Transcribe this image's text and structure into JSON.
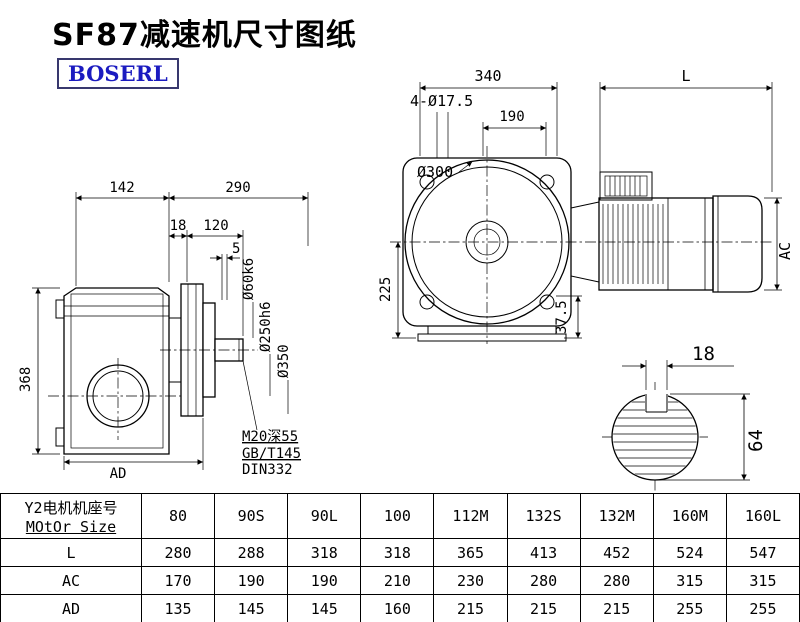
{
  "title": "SF87减速机尺寸图纸",
  "logo": "BOSERL",
  "side_view": {
    "dim_width_body": "142",
    "dim_width_total": "290",
    "dim_18": "18",
    "dim_120": "120",
    "dim_5": "5",
    "dim_height": "368",
    "dim_shaft_dia": "Ø60k6",
    "dim_hub_dia": "Ø250h6",
    "dim_flange_dia": "Ø350",
    "dim_ad": "AD",
    "note_thread": "M20深55",
    "note_gb": "GB/T145",
    "note_din": "DIN332"
  },
  "front_view": {
    "dim_340": "340",
    "dim_l": "L",
    "dim_bolts": "4-Ø17.5",
    "dim_190": "190",
    "dim_dia300": "Ø300",
    "dim_225": "225",
    "dim_37_5": "37.5",
    "dim_ac": "AC"
  },
  "shaft_section": {
    "dim_key_width": "18",
    "dim_height": "64"
  },
  "table": {
    "row_header_line1": "Y2电机机座号",
    "row_header_line2": "MOtOr Size",
    "columns": [
      "80",
      "90S",
      "90L",
      "100",
      "112M",
      "132S",
      "132M",
      "160M",
      "160L"
    ],
    "rows": [
      {
        "label": "L",
        "values": [
          "280",
          "288",
          "318",
          "318",
          "365",
          "413",
          "452",
          "524",
          "547"
        ]
      },
      {
        "label": "AC",
        "values": [
          "170",
          "190",
          "190",
          "210",
          "230",
          "280",
          "280",
          "315",
          "315"
        ]
      },
      {
        "label": "AD",
        "values": [
          "135",
          "145",
          "145",
          "160",
          "215",
          "215",
          "215",
          "255",
          "255"
        ]
      }
    ]
  }
}
